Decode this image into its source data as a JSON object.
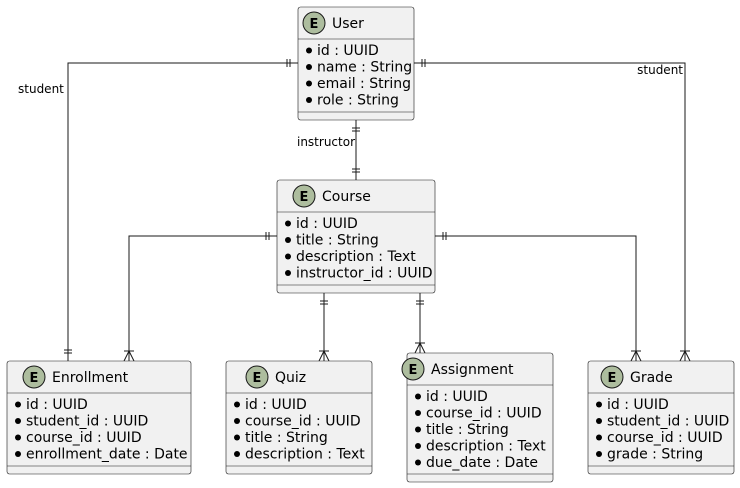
{
  "entities": {
    "user": {
      "badge": "E",
      "name": "User",
      "attributes": [
        "id : UUID",
        "name : String",
        "email : String",
        "role : String"
      ]
    },
    "course": {
      "badge": "E",
      "name": "Course",
      "attributes": [
        "id : UUID",
        "title : String",
        "description : Text",
        "instructor_id : UUID"
      ]
    },
    "enrollment": {
      "badge": "E",
      "name": "Enrollment",
      "attributes": [
        "id : UUID",
        "student_id : UUID",
        "course_id : UUID",
        "enrollment_date : Date"
      ]
    },
    "quiz": {
      "badge": "E",
      "name": "Quiz",
      "attributes": [
        "id : UUID",
        "course_id : UUID",
        "title : String",
        "description : Text"
      ]
    },
    "assignment": {
      "badge": "E",
      "name": "Assignment",
      "attributes": [
        "id : UUID",
        "course_id : UUID",
        "title : String",
        "description : Text",
        "due_date : Date"
      ]
    },
    "grade": {
      "badge": "E",
      "name": "Grade",
      "attributes": [
        "id : UUID",
        "student_id : UUID",
        "course_id : UUID",
        "grade : String"
      ]
    }
  },
  "relationships": {
    "user_enrollment": {
      "from": "User",
      "to": "Enrollment",
      "label": "student",
      "from_card": "exactly-one",
      "to_card": "exactly-one"
    },
    "user_grade": {
      "from": "User",
      "to": "Grade",
      "label": "student",
      "from_card": "exactly-one",
      "to_card": "one-or-more"
    },
    "user_course": {
      "from": "User",
      "to": "Course",
      "label": "instructor",
      "from_card": "exactly-one",
      "to_card": "exactly-one"
    },
    "course_enrollment": {
      "from": "Course",
      "to": "Enrollment",
      "label": "",
      "from_card": "exactly-one",
      "to_card": "one-or-more"
    },
    "course_quiz": {
      "from": "Course",
      "to": "Quiz",
      "label": "",
      "from_card": "exactly-one",
      "to_card": "one-or-more"
    },
    "course_assignment": {
      "from": "Course",
      "to": "Assignment",
      "label": "",
      "from_card": "exactly-one",
      "to_card": "one-or-more"
    },
    "course_grade": {
      "from": "Course",
      "to": "Grade",
      "label": "",
      "from_card": "exactly-one",
      "to_card": "one-or-more"
    }
  },
  "colors": {
    "entity_fill": "#f1f1f1",
    "badge_fill": "#adbd9e",
    "line": "#181818"
  }
}
